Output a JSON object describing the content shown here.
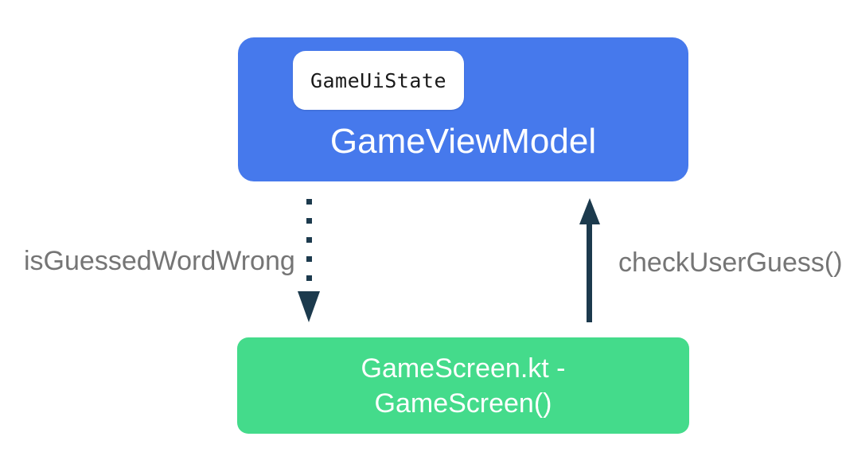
{
  "diagram": {
    "viewmodel": {
      "title": "GameViewModel",
      "chip_label": "GameUiState"
    },
    "screen": {
      "title_line1": "GameScreen.kt -",
      "title_line2": "GameScreen()"
    },
    "edges": {
      "state_flow_label": "isGuessedWordWrong",
      "event_label": "checkUserGuess()"
    }
  },
  "colors": {
    "blue": "#4679EC",
    "green": "#44DB8B",
    "arrow": "#1C3A4D",
    "label_gray": "#757575",
    "code_text": "#1a1a1a"
  }
}
